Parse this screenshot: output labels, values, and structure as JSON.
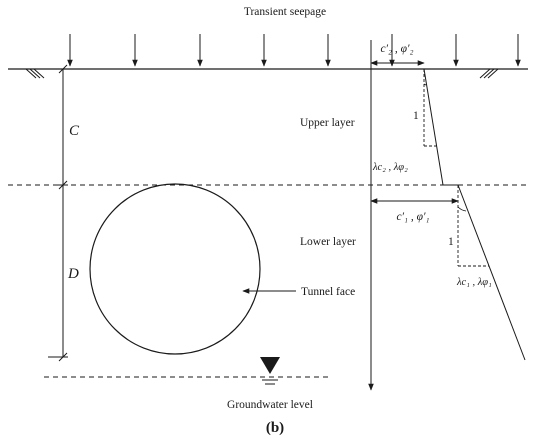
{
  "labels": {
    "title": "Transient seepage",
    "upper_layer": "Upper layer",
    "lower_layer": "Lower layer",
    "tunnel_face": "Tunnel face",
    "groundwater": "Groundwater level",
    "dim_C": "C",
    "dim_D": "D",
    "upper_params": "c′₂ , φ′₂",
    "lower_params": "c′₁ , φ′₁",
    "slope_one_upper": "1",
    "slope_one_lower": "1",
    "grad_upper": "λc₂ , λφ₂",
    "grad_lower": "λc₁ , λφ₁",
    "caption": "(b)"
  },
  "colors": {
    "line": "#1a1a1a",
    "background": "#ffffff"
  }
}
